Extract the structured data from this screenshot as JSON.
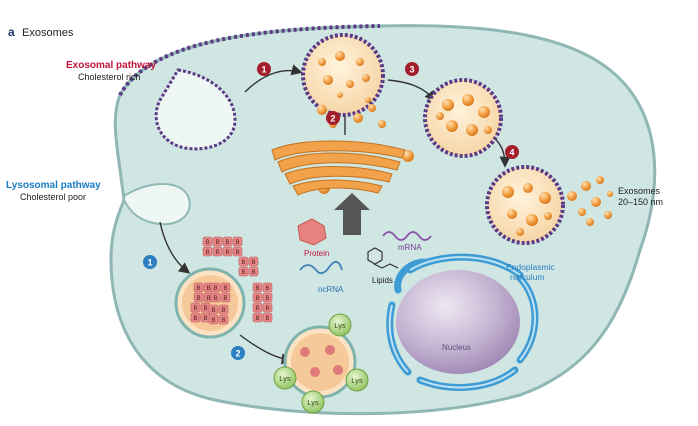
{
  "panel": {
    "letter": "a",
    "title": "Exosomes"
  },
  "exosomal": {
    "title": "Exosomal pathway",
    "subtitle": "Cholesterol rich"
  },
  "lysosomal": {
    "title": "Lysosomal pathway",
    "subtitle": "Cholesterol poor"
  },
  "steps_red": [
    "1",
    "2",
    "3",
    "4"
  ],
  "steps_blue": [
    "1",
    "2"
  ],
  "labels": {
    "protein": "Protein",
    "mrna": "mRNA",
    "ncrna": "ncRNA",
    "lipids": "Lipids",
    "er_line1": "Endoplasmic",
    "er_line2": "reticulum",
    "nucleus": "Nucleus",
    "exo_line1": "Exosomes",
    "exo_line2": "20–150 nm",
    "b": "B",
    "lys": "Lys"
  },
  "colors": {
    "cell_fill": "#cfe6e3",
    "cell_stroke": "#8fb7b3",
    "exosomal_red": "#c0143c",
    "lysosomal_blue": "#1a7dc4",
    "step_red": "#a31d2b",
    "step_blue": "#2b7fc0",
    "vesicle_orange": "#f2a24a",
    "membrane_purple": "#5b3b86",
    "er_blue": "#3e9bd3",
    "nucleus": "#b8a7c7",
    "lys_green": "#9bcf6a",
    "b_red": "#e07a7a"
  }
}
